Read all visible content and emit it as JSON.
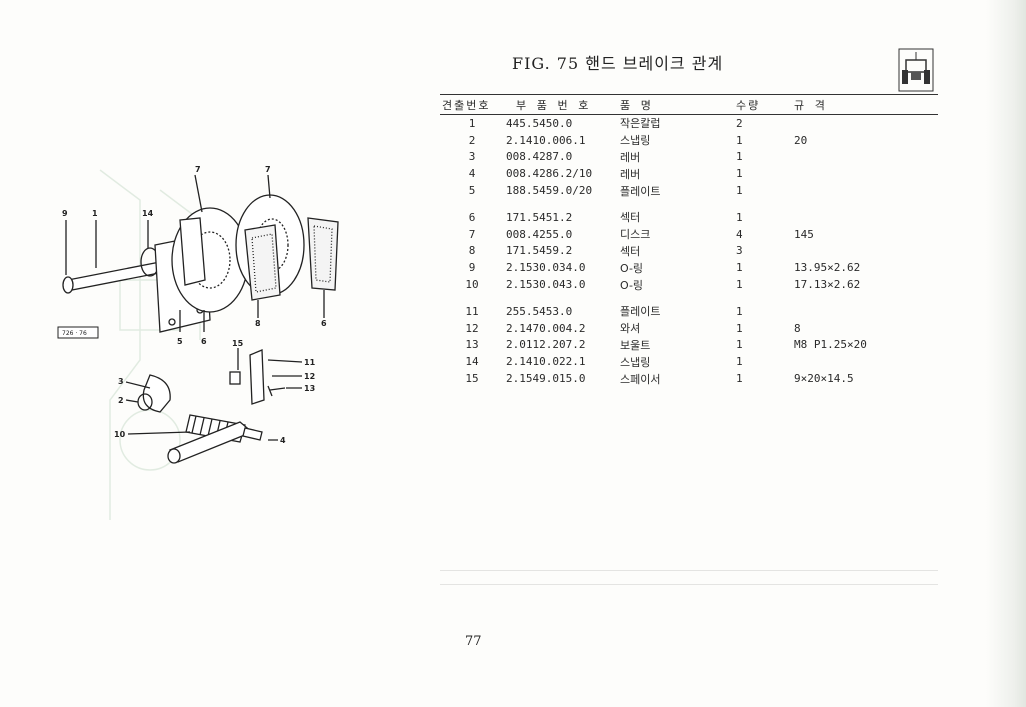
{
  "title": "FIG. 75 핸드 브레이크 관계",
  "table": {
    "headers": [
      "견출번호",
      "부 품 번 호",
      "품       명",
      "수량",
      "규           격"
    ],
    "rows": [
      {
        "no": "1",
        "part": "445.5450.0",
        "name": "작은칼럽",
        "qty": "2",
        "spec": ""
      },
      {
        "no": "2",
        "part": "2.1410.006.1",
        "name": "스냅링",
        "qty": "1",
        "spec": "20"
      },
      {
        "no": "3",
        "part": "008.4287.0",
        "name": "레버",
        "qty": "1",
        "spec": ""
      },
      {
        "no": "4",
        "part": "008.4286.2/10",
        "name": "레버",
        "qty": "1",
        "spec": ""
      },
      {
        "no": "5",
        "part": "188.5459.0/20",
        "name": "플레이트",
        "qty": "1",
        "spec": ""
      },
      {
        "no": "6",
        "part": "171.5451.2",
        "name": "섹터",
        "qty": "1",
        "spec": ""
      },
      {
        "no": "7",
        "part": "008.4255.0",
        "name": "디스크",
        "qty": "4",
        "spec": "145"
      },
      {
        "no": "8",
        "part": "171.5459.2",
        "name": "섹터",
        "qty": "3",
        "spec": ""
      },
      {
        "no": "9",
        "part": "2.1530.034.0",
        "name": "O-링",
        "qty": "1",
        "spec": "13.95×2.62"
      },
      {
        "no": "10",
        "part": "2.1530.043.0",
        "name": "O-링",
        "qty": "1",
        "spec": "17.13×2.62"
      },
      {
        "no": "11",
        "part": "255.5453.0",
        "name": "플레이트",
        "qty": "1",
        "spec": ""
      },
      {
        "no": "12",
        "part": "2.1470.004.2",
        "name": "와셔",
        "qty": "1",
        "spec": "8"
      },
      {
        "no": "13",
        "part": "2.0112.207.2",
        "name": "보울트",
        "qty": "1",
        "spec": "M8  P1.25×20"
      },
      {
        "no": "14",
        "part": "2.1410.022.1",
        "name": "스냅링",
        "qty": "1",
        "spec": ""
      },
      {
        "no": "15",
        "part": "2.1549.015.0",
        "name": "스페이서",
        "qty": "1",
        "spec": "9×20×14.5"
      }
    ]
  },
  "diagram": {
    "callouts": [
      "9",
      "1",
      "14",
      "7",
      "7",
      "5",
      "6",
      "8",
      "6",
      "15",
      "11",
      "12",
      "13",
      "3",
      "2",
      "10",
      "4"
    ],
    "ref_label": "726 · 76"
  },
  "page_number": "77",
  "colors": {
    "ink": "#222222",
    "ghost_green": "#2f7a3a",
    "paper": "#fdfdfb"
  }
}
